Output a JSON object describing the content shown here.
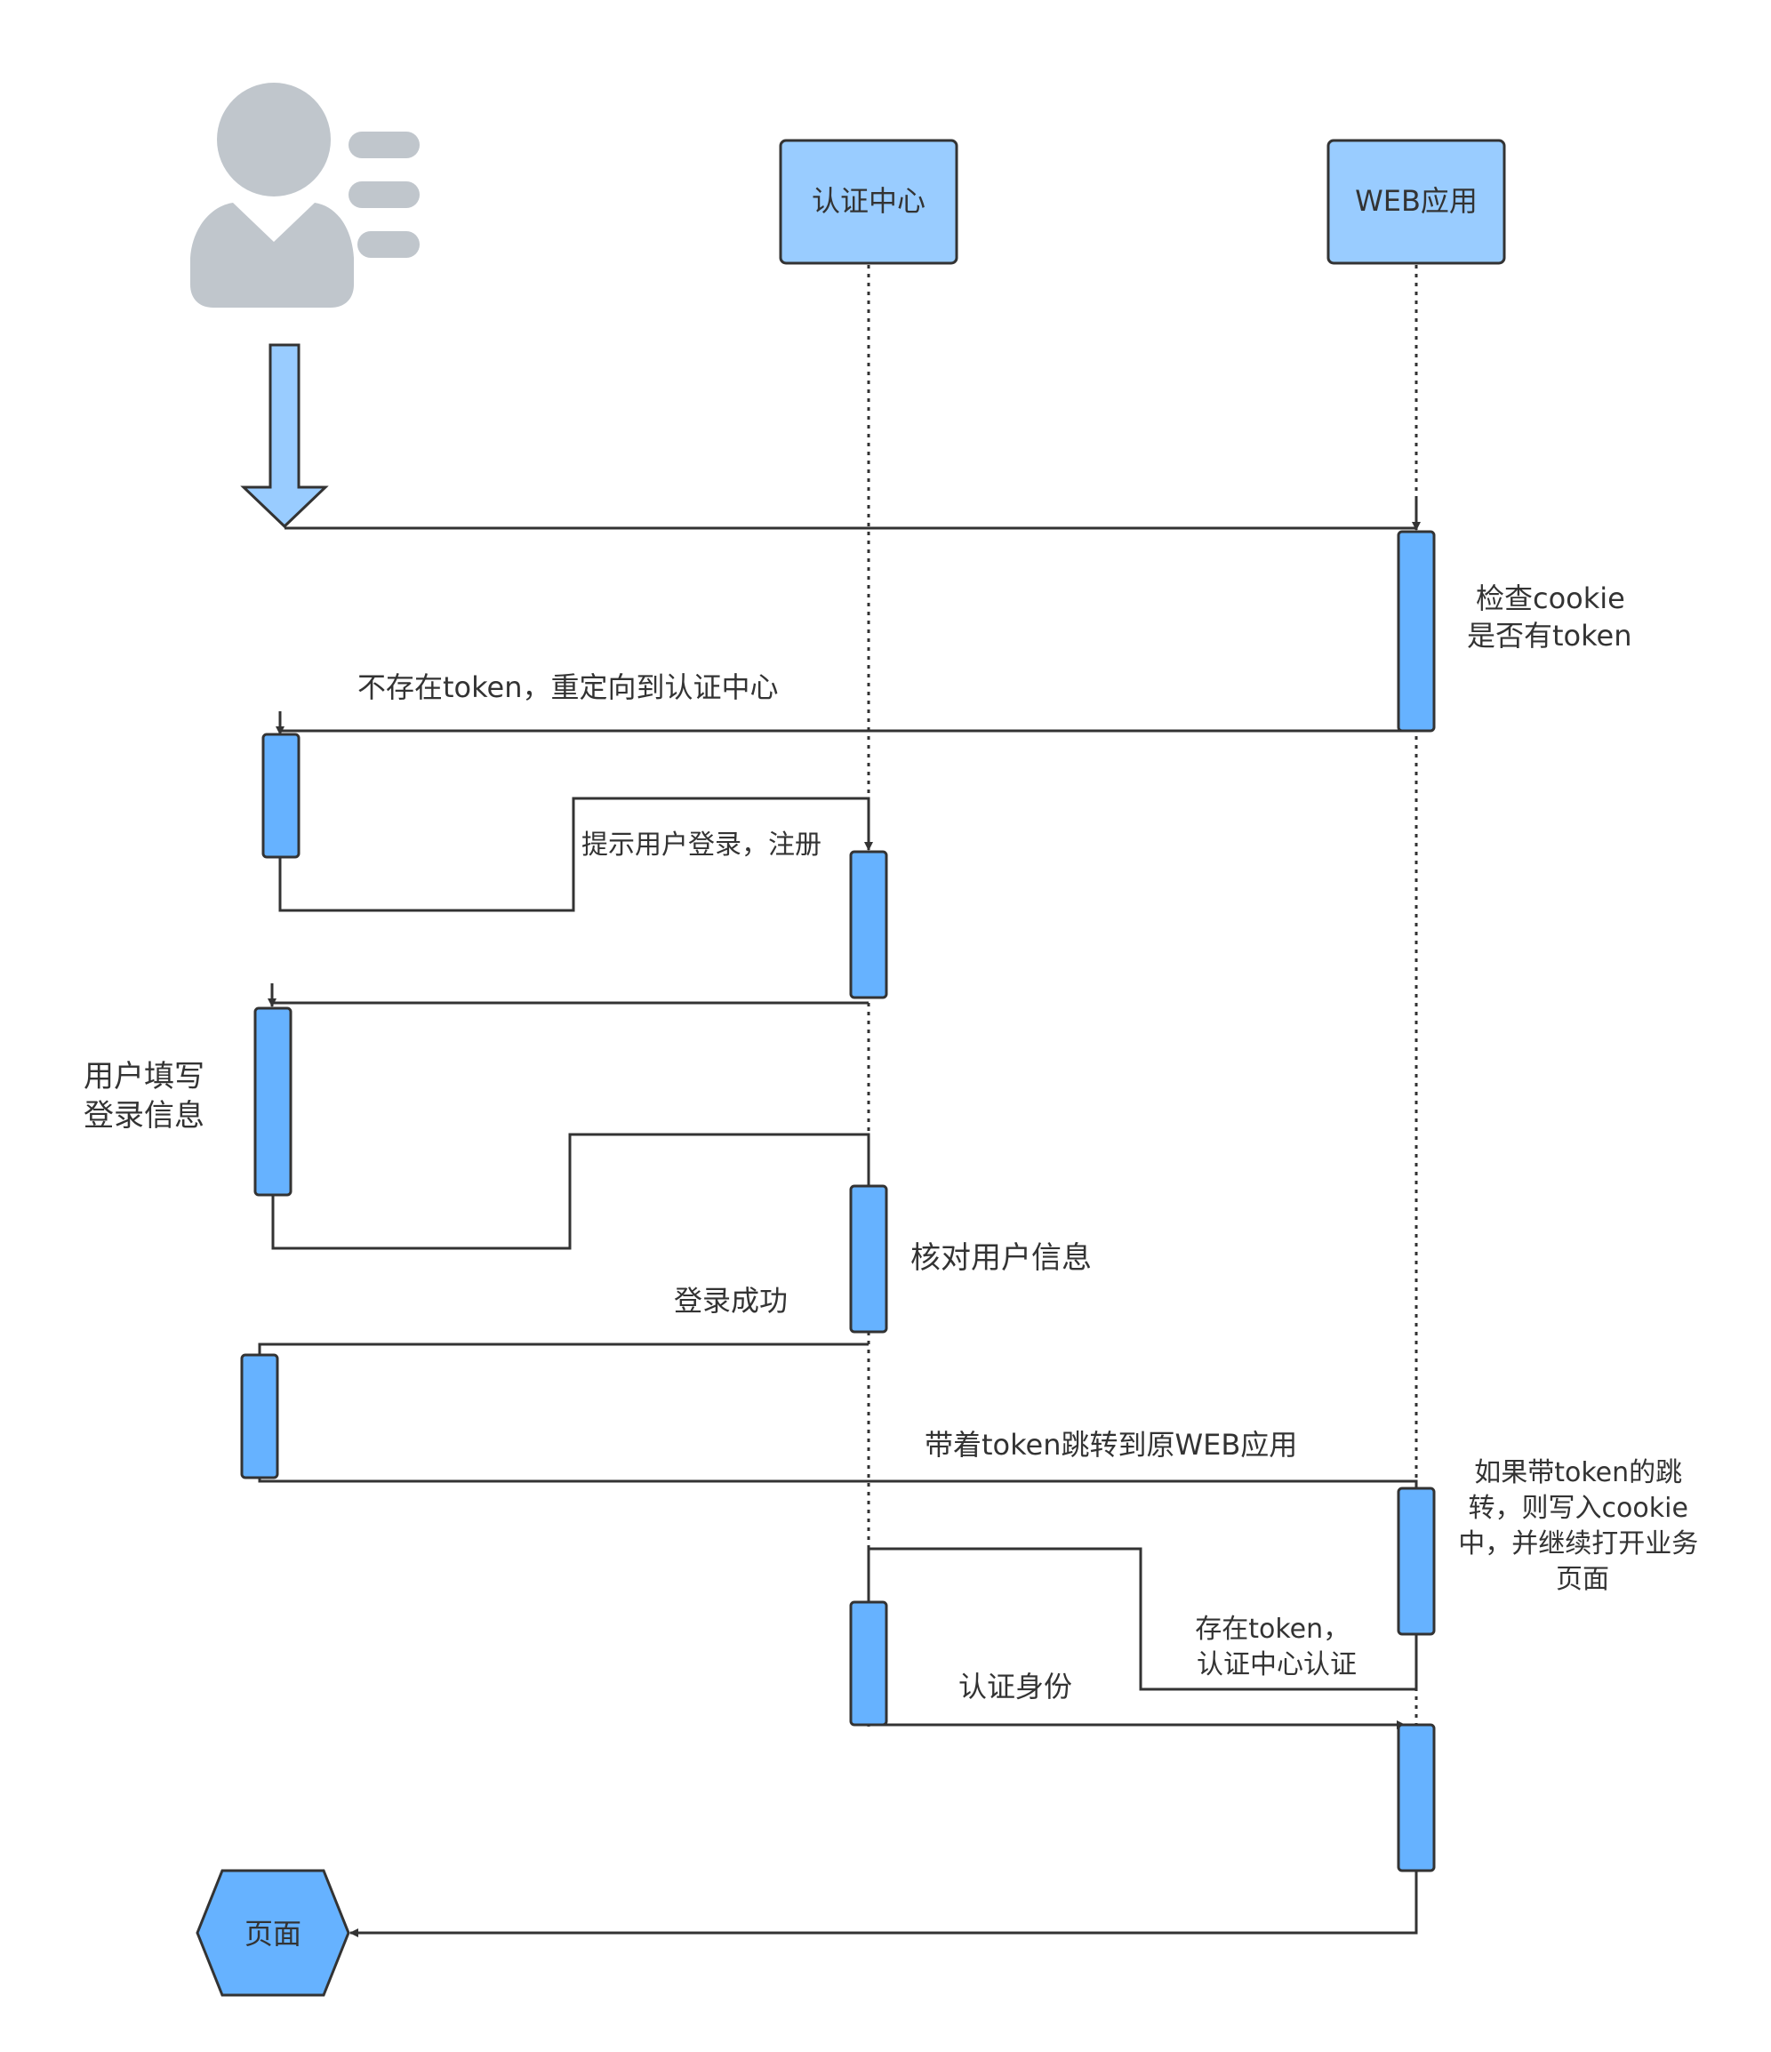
{
  "participants": {
    "auth_center": "认证中心",
    "web_app": "WEB应用"
  },
  "labels": {
    "check_cookie": [
      "检查cookie",
      "是否有token"
    ],
    "no_token_redirect": "不存在token，重定向到认证中心",
    "prompt_login": "提示用户登录，注册",
    "user_fill": [
      "用户填写",
      "登录信息"
    ],
    "verify_user": "核对用户信息",
    "login_success": "登录成功",
    "redirect_with_token": "带着token跳转到原WEB应用",
    "write_cookie": [
      "如果带token的跳",
      "转，则写入cookie",
      "中，并继续打开业务",
      "页面"
    ],
    "token_exists": [
      "存在token，",
      "认证中心认证"
    ],
    "auth_identity": "认证身份",
    "page": "页面"
  },
  "colors": {
    "box_fill": "#99ccff",
    "activation_fill": "#66b2ff",
    "user_icon": "#c0c6cc",
    "line": "#333333"
  },
  "icons": [
    "user-icon",
    "down-arrow-icon",
    "page-hexagon"
  ]
}
